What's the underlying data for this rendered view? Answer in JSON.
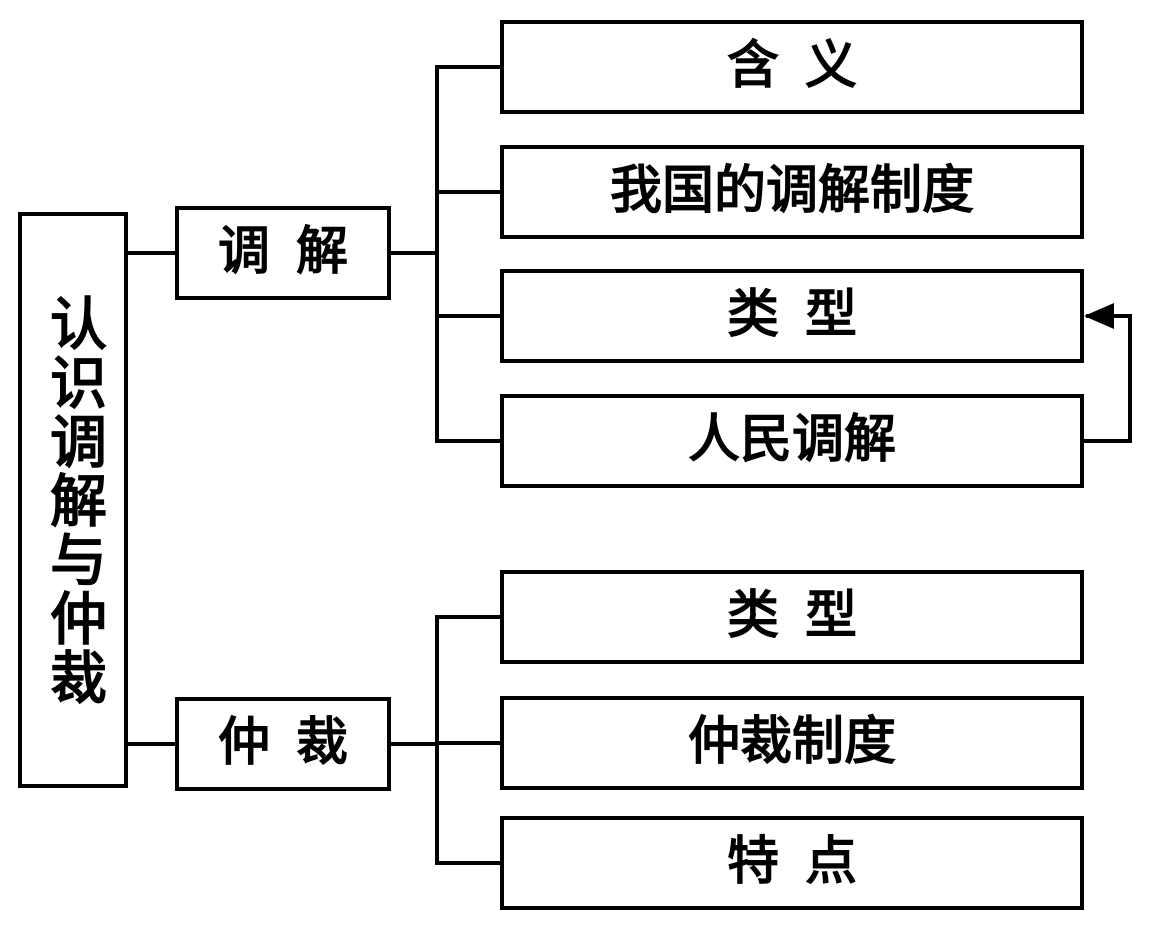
{
  "diagram": {
    "title": "认识调解与仲裁",
    "type": "tree-mindmap",
    "orientation": "left-to-right",
    "colors": {
      "background": "#ffffff",
      "stroke": "#000000",
      "text": "#000000"
    }
  },
  "root": {
    "label": "认识调解与仲裁",
    "text_direction": "vertical"
  },
  "branches": [
    {
      "label": "调  解",
      "name": "tiaojie",
      "children": [
        {
          "label": "含  义",
          "name": "hanyi"
        },
        {
          "label": "我国的调解制度",
          "name": "woguo-de-tiaojie-zhidu"
        },
        {
          "label": "类  型",
          "name": "leixing"
        },
        {
          "label": "人民调解",
          "name": "renmin-tiaojie"
        }
      ]
    },
    {
      "label": "仲  裁",
      "name": "zhongcai",
      "children": [
        {
          "label": "类  型",
          "name": "leixing"
        },
        {
          "label": "仲裁制度",
          "name": "zhongcai-zhidu"
        },
        {
          "label": "特  点",
          "name": "tedian"
        }
      ]
    }
  ],
  "edges": {
    "feedback_arrow": {
      "from": "人民调解",
      "to": "类  型",
      "direction": "right-side-loop-upward",
      "arrowhead": "left"
    }
  }
}
